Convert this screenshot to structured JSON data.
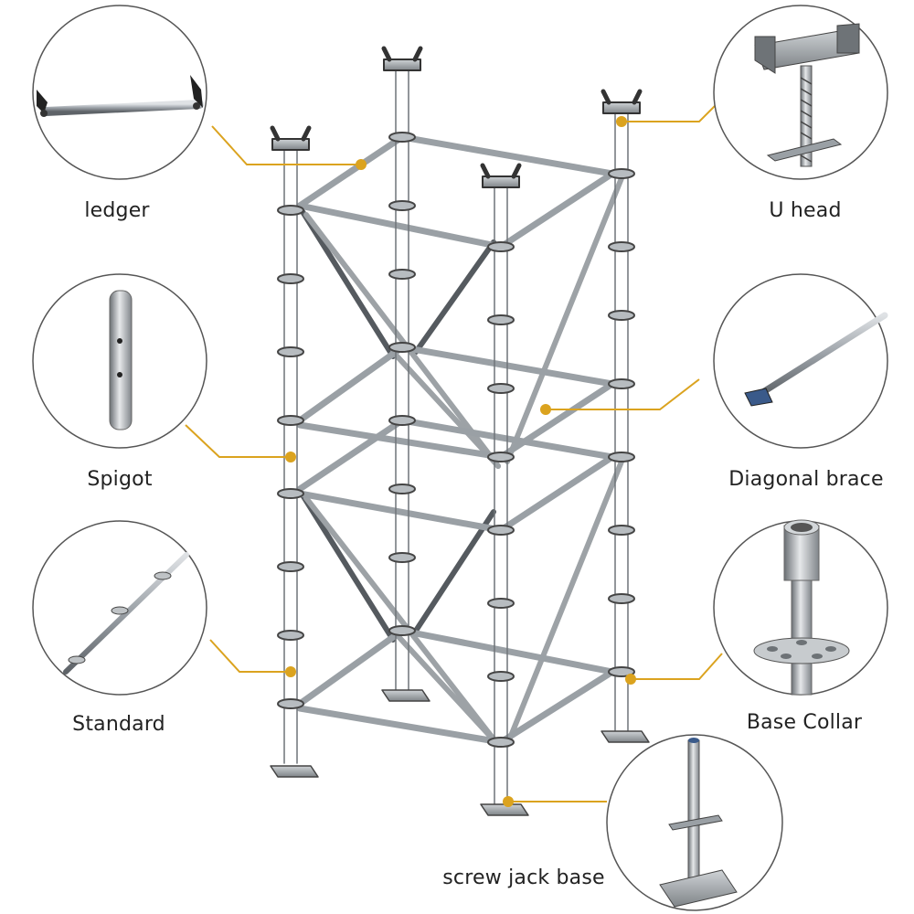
{
  "diagram": {
    "components": [
      {
        "id": "ledger",
        "label": "ledger"
      },
      {
        "id": "spigot",
        "label": "Spigot"
      },
      {
        "id": "standard",
        "label": "Standard"
      },
      {
        "id": "u_head",
        "label": "U head"
      },
      {
        "id": "diagonal_brace",
        "label": "Diagonal brace"
      },
      {
        "id": "base_collar",
        "label": "Base Collar"
      },
      {
        "id": "screw_jack_base",
        "label": "screw jack base"
      }
    ],
    "colors": {
      "leader": "#dba31f",
      "pipe": "#8e9398",
      "pipe_dark": "#555a5f",
      "circle_border": "#555555",
      "label_text": "#222222"
    }
  }
}
